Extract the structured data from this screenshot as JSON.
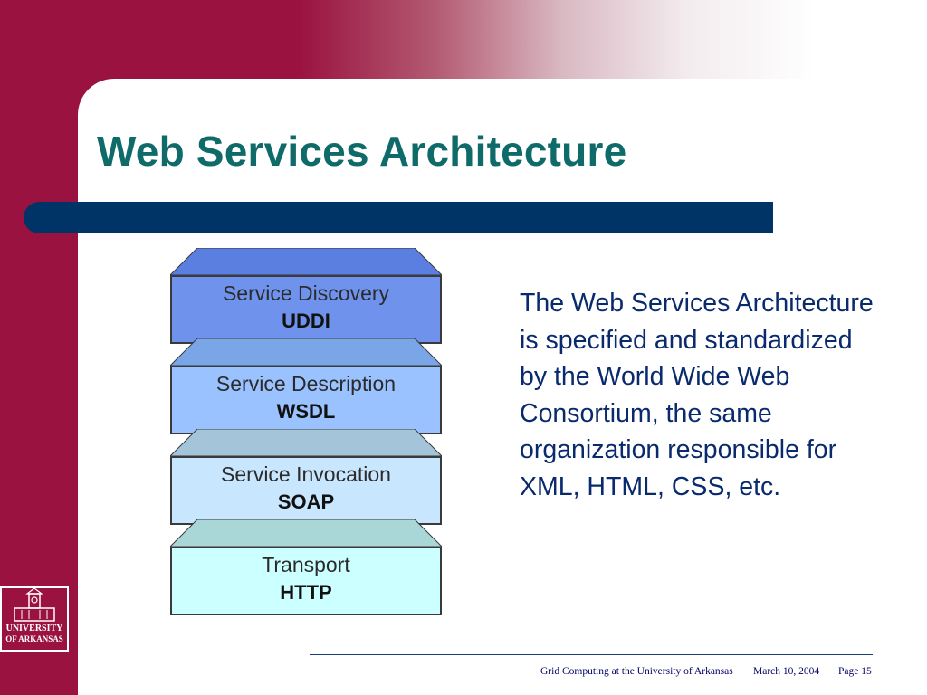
{
  "slide": {
    "title": "Web Services Architecture",
    "description": "The Web Services Architecture is specified and standardized by the World Wide Web Consortium, the same organization responsible for XML, HTML, CSS, etc."
  },
  "diagram": {
    "layers": [
      {
        "name": "Service Discovery",
        "protocol": "UDDI",
        "face_color": "#6f93ec",
        "cap_color": "#5a7fe0"
      },
      {
        "name": "Service Description",
        "protocol": "WSDL",
        "face_color": "#99c2ff",
        "cap_color": "#7aa6e8"
      },
      {
        "name": "Service Invocation",
        "protocol": "SOAP",
        "face_color": "#c9e6ff",
        "cap_color": "#a3c4d9"
      },
      {
        "name": "Transport",
        "protocol": "HTTP",
        "face_color": "#ccffff",
        "cap_color": "#a9d6d6"
      }
    ]
  },
  "logo": {
    "line1": "UNIVERSITY",
    "line2": "OF ARKANSAS"
  },
  "footer": {
    "org": "Grid Computing at the University of Arkansas",
    "date": "March 10, 2004",
    "page": "Page 15"
  },
  "colors": {
    "maroon": "#9a1240",
    "title_teal": "#0f6b6a",
    "bar_navy": "#003366",
    "text_blue": "#0a2a6e"
  }
}
